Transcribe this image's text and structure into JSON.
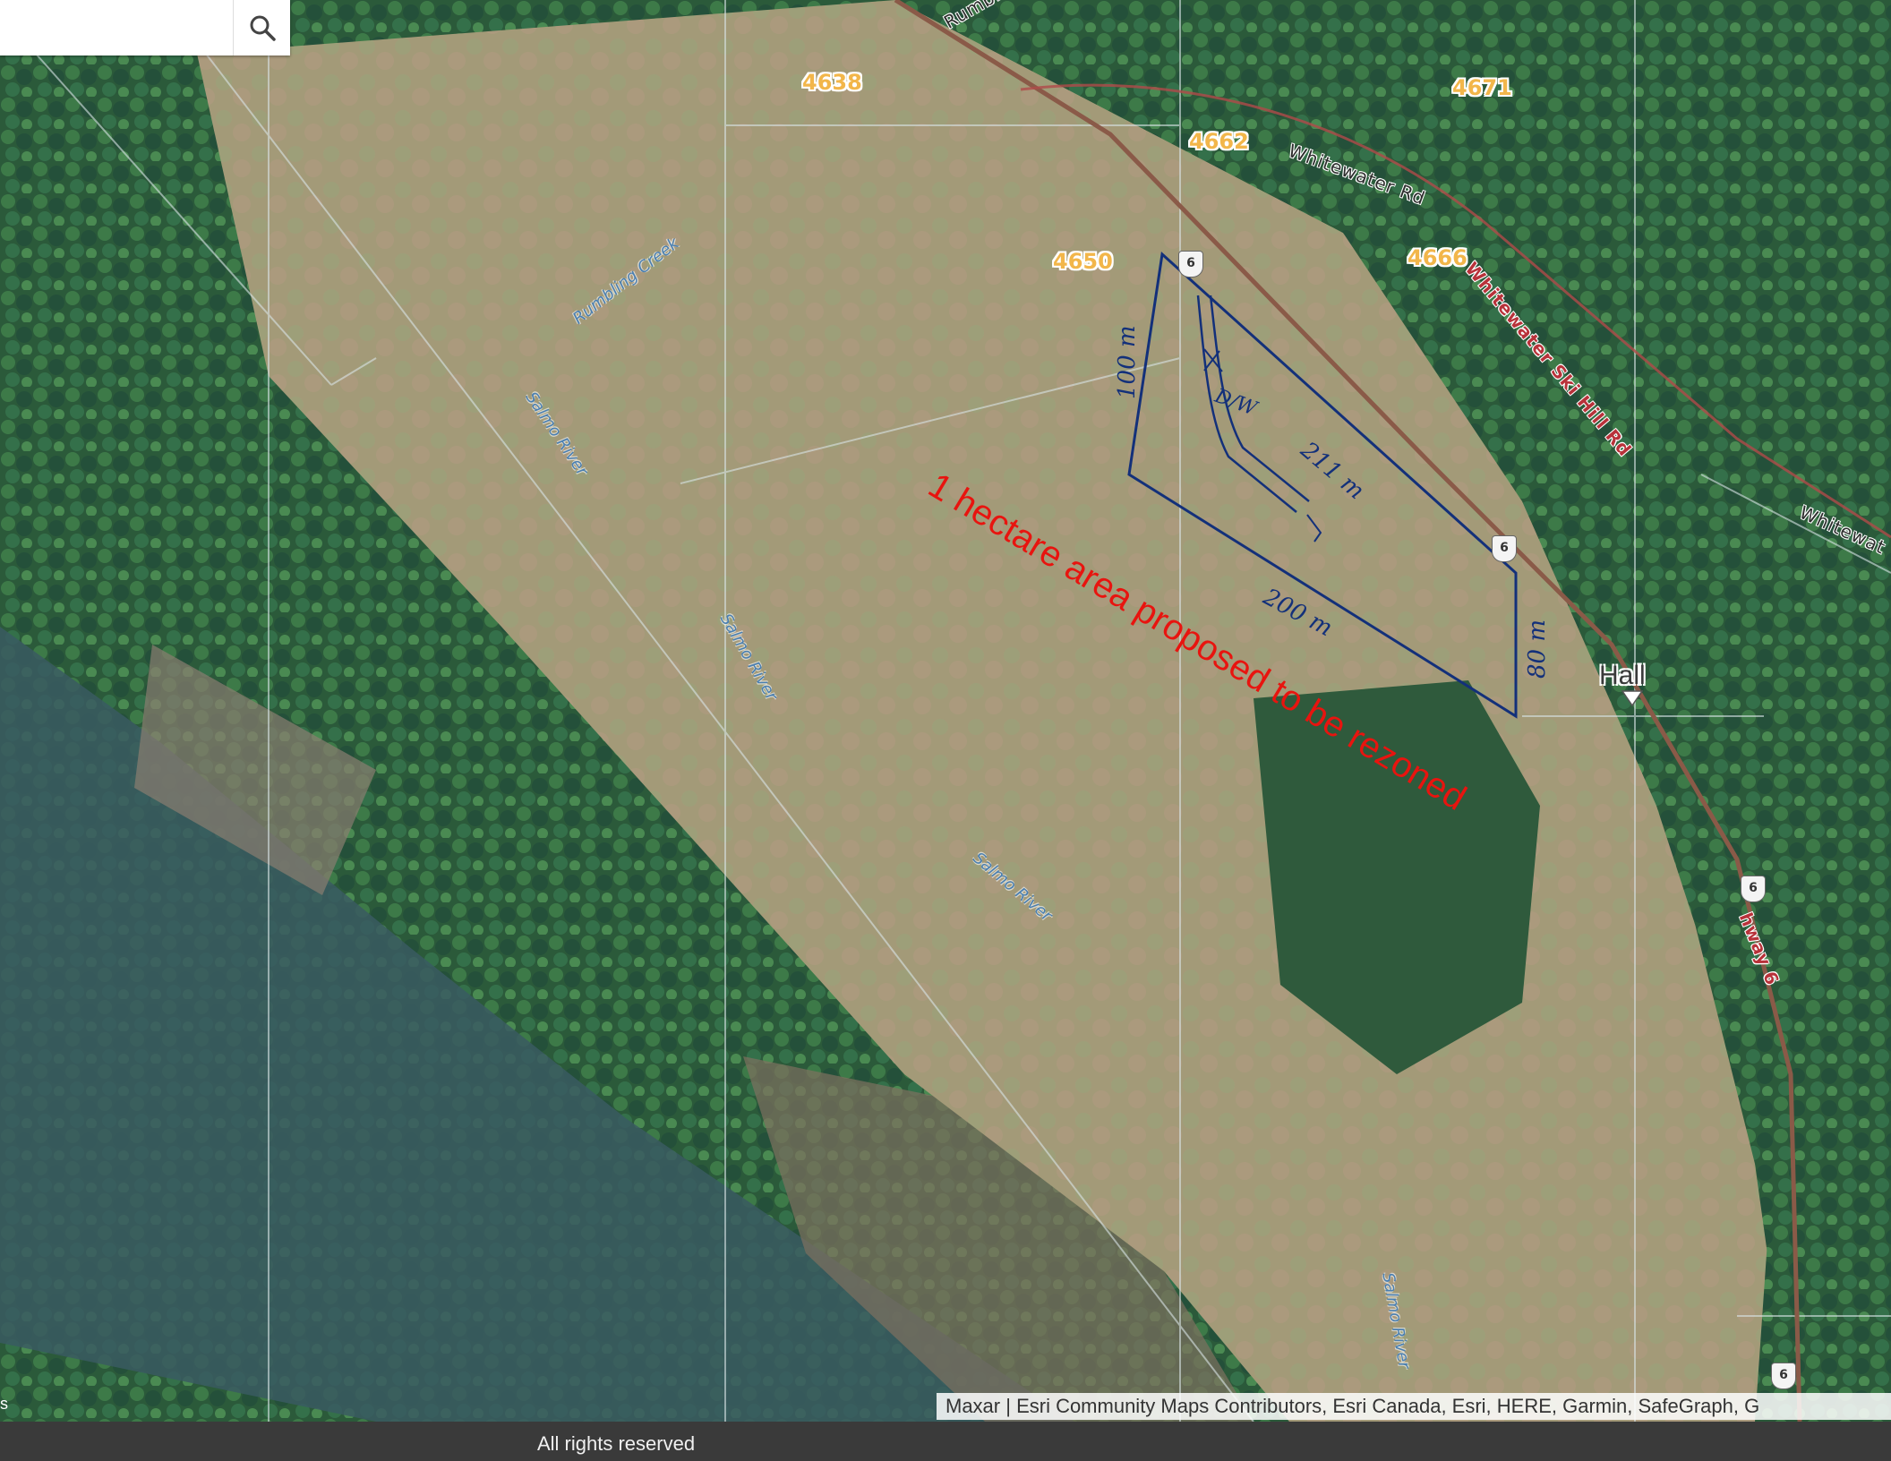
{
  "search": {
    "placeholder": "",
    "value": ""
  },
  "icons": {
    "search": "search-icon"
  },
  "addresses": [
    "4638",
    "4662",
    "4671",
    "4650",
    "4666"
  ],
  "roads": [
    "Whitewater Rd",
    "Whitewater Ski Hill Rd",
    "Whitewat",
    "hway 6",
    "Rumbling C"
  ],
  "water": [
    "Rumbling Creek",
    "Salmo River",
    "Salmo River",
    "Salmo River",
    "Salmo River"
  ],
  "highway_shield": "6",
  "place": {
    "hall": "Hall"
  },
  "annotation": {
    "note": "1 hectare area proposed to be rezoned",
    "dims": [
      "100 m",
      "211 m",
      "200 m",
      "80 m"
    ],
    "driveway": "D/W"
  },
  "attribution": "Maxar | Esri Community Maps Contributors, Esri Canada, Esri, HERE, Garmin, SafeGraph, G",
  "footer": {
    "rights": "All rights reserved",
    "side": "s"
  },
  "colors": {
    "annotation_red": "#e8140f",
    "pen_blue": "#13307a",
    "address_orange": "#f2b64a"
  }
}
